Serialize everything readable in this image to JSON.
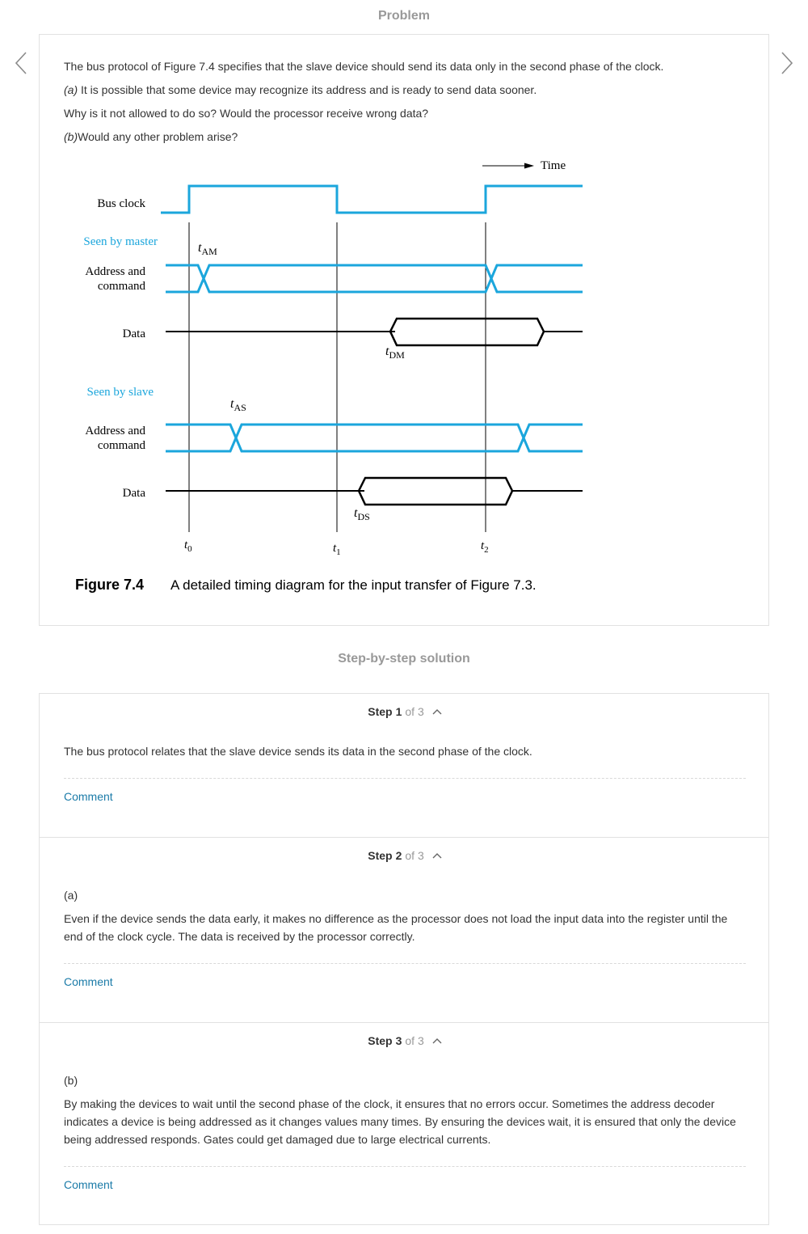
{
  "problem": {
    "heading": "Problem",
    "line1": "The bus protocol of Figure 7.4 specifies that the slave device should send its data only in the second phase of the clock.",
    "line2_marker": "(a)",
    "line2_text": " It is possible that some device may recognize its address and is ready to send data sooner.",
    "line3": "Why is it not allowed to do so? Would the processor receive wrong data?",
    "line4_marker": "(b)",
    "line4_text": "Would any other problem arise?"
  },
  "figure": {
    "time_label": "Time",
    "bus_clock_label": "Bus clock",
    "seen_by_master": "Seen by master",
    "seen_by_slave": "Seen by slave",
    "address_line1": "Address and",
    "address_line2": "command",
    "data_label": "Data",
    "t_am_t": "t",
    "t_am_sub": "AM",
    "t_dm_t": "t",
    "t_dm_sub": "DM",
    "t_as_t": "t",
    "t_as_sub": "AS",
    "t_ds_t": "t",
    "t_ds_sub": "DS",
    "t0_t": "t",
    "t0_sub": "0",
    "t1_t": "t",
    "t1_sub": "1",
    "t2_t": "t",
    "t2_sub": "2",
    "caption_label": "Figure 7.4",
    "caption_text": "A detailed timing diagram for the input transfer of Figure 7.3.",
    "colors": {
      "signal": "#1ba6dc",
      "black": "#000000"
    }
  },
  "solution": {
    "heading": "Step-by-step solution",
    "steps": [
      {
        "word": "Step",
        "number": "1",
        "of_text": "of 3",
        "paragraphs": [
          "The bus protocol relates that the slave device sends its data in the second phase of the clock."
        ],
        "comment": "Comment"
      },
      {
        "word": "Step",
        "number": "2",
        "of_text": "of 3",
        "label": "(a)",
        "paragraphs": [
          "Even if the device sends the data early, it makes no difference as the processor does not load the input data into the register until the end of the clock cycle. The data is received by the processor correctly."
        ],
        "comment": "Comment"
      },
      {
        "word": "Step",
        "number": "3",
        "of_text": "of 3",
        "label": "(b)",
        "paragraphs": [
          "By making the devices to wait until the second phase of the clock, it ensures that no errors occur. Sometimes the address decoder indicates a device is being addressed as it changes values many times. By ensuring the devices wait, it is ensured that only the device being addressed responds. Gates could get damaged due to large electrical currents."
        ],
        "comment": "Comment"
      }
    ]
  },
  "nav": {
    "prev_icon": "chevron-left-icon",
    "next_icon": "chevron-right-icon"
  }
}
